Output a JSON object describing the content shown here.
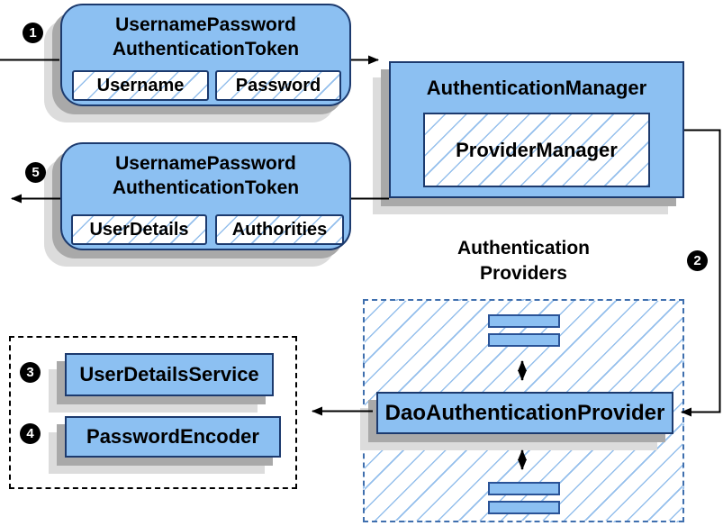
{
  "colors": {
    "box_fill": "#8cc0f2",
    "box_border": "#1c3a6e",
    "hatch_line": "#94bfec",
    "dashed_border": "#3f6fae",
    "shadow_dark": "#a9a9a9",
    "shadow_light": "#dcdcdc",
    "arrow": "#000000",
    "badge_bg": "#000000",
    "badge_text": "#ffffff"
  },
  "badges": {
    "step1": "1",
    "step2": "2",
    "step3": "3",
    "step4": "4",
    "step5": "5"
  },
  "request_token": {
    "title_line1": "UsernamePassword",
    "title_line2": "AuthenticationToken",
    "fields": [
      "Username",
      "Password"
    ]
  },
  "result_token": {
    "title_line1": "UsernamePassword",
    "title_line2": "AuthenticationToken",
    "fields": [
      "UserDetails",
      "Authorities"
    ]
  },
  "authentication_manager": {
    "title": "AuthenticationManager",
    "implementation": "ProviderManager"
  },
  "authentication_providers": {
    "heading_line1": "Authentication",
    "heading_line2": "Providers",
    "provider": "DaoAuthenticationProvider"
  },
  "dao_dependencies": {
    "user_details_service": "UserDetailsService",
    "password_encoder": "PasswordEncoder"
  }
}
